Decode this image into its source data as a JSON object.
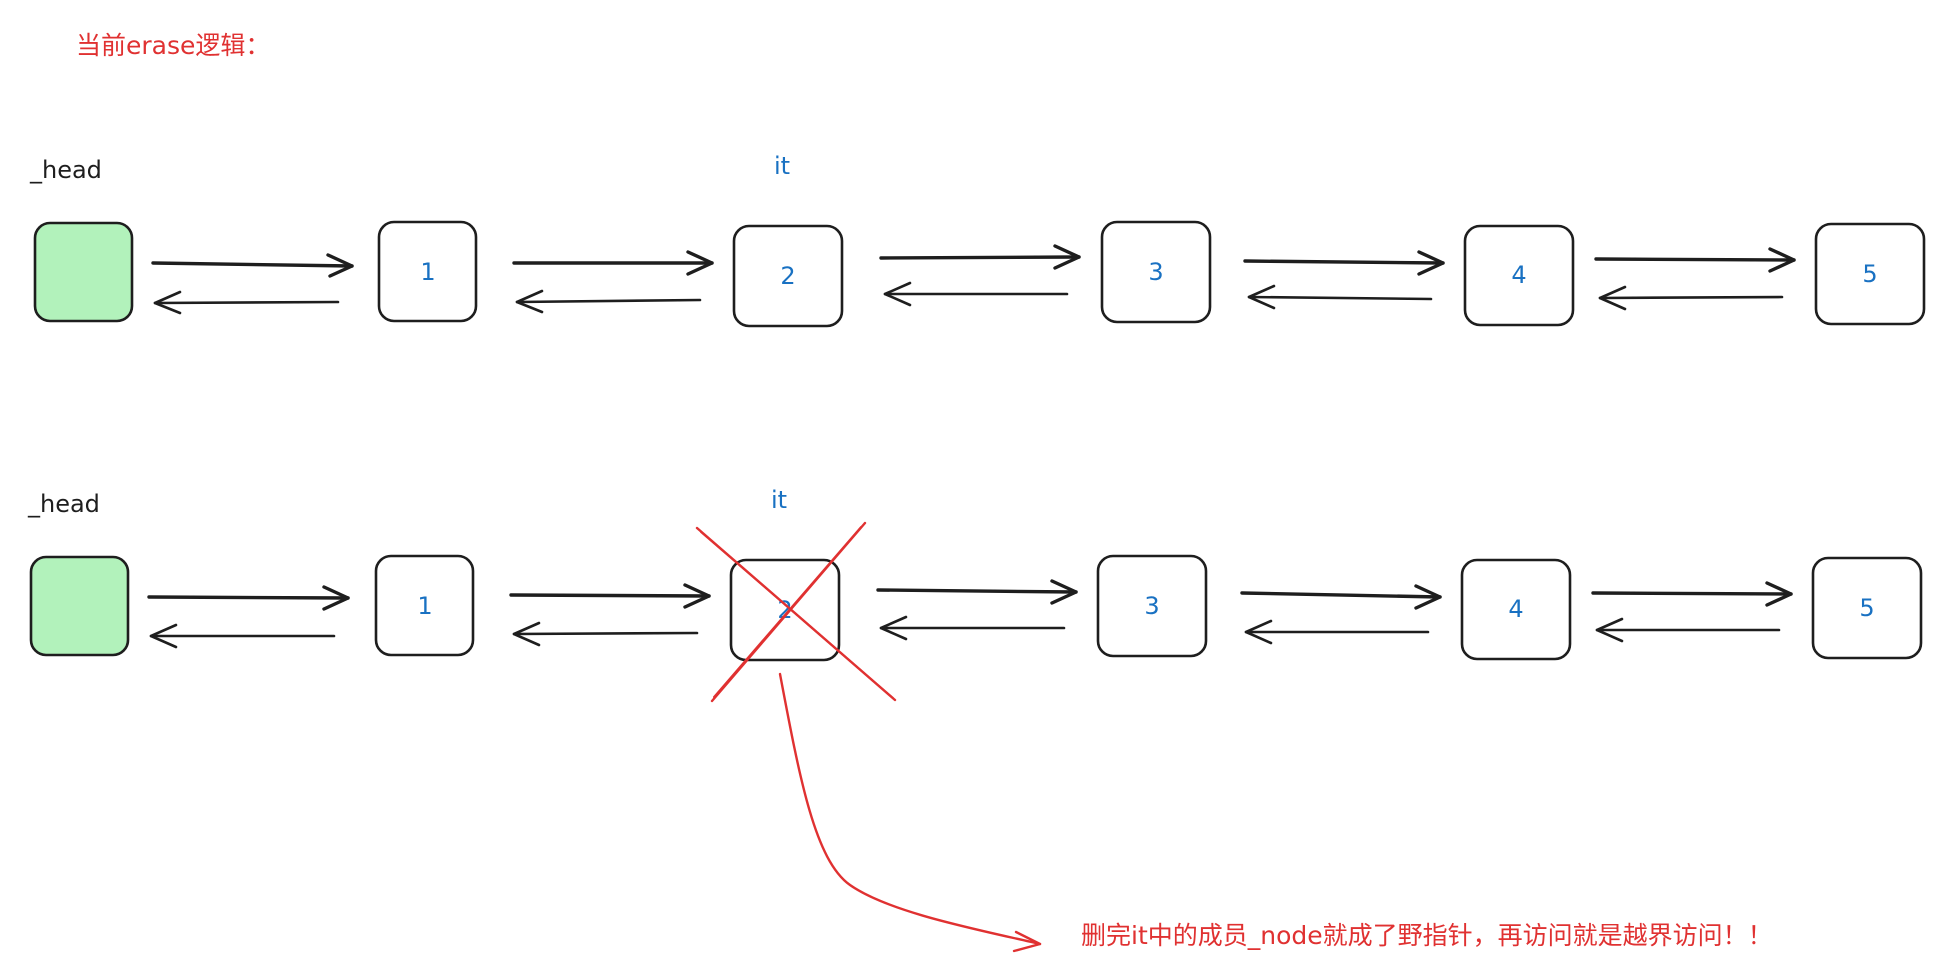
{
  "title": "当前erase逻辑：",
  "rows": [
    {
      "head_label": "_head",
      "it_label": "it",
      "nodes": [
        "1",
        "2",
        "3",
        "4",
        "5"
      ]
    },
    {
      "head_label": "_head",
      "it_label": "it",
      "nodes": [
        "1",
        "2",
        "3",
        "4",
        "5"
      ]
    }
  ],
  "annotation": "删完it中的成员_node就成了野指针，再访问就是越界访问！！",
  "colors": {
    "head_fill": "#b2f2bb",
    "accent_red": "#e03131",
    "accent_blue": "#1971c2",
    "ink": "#1e1e1e"
  }
}
